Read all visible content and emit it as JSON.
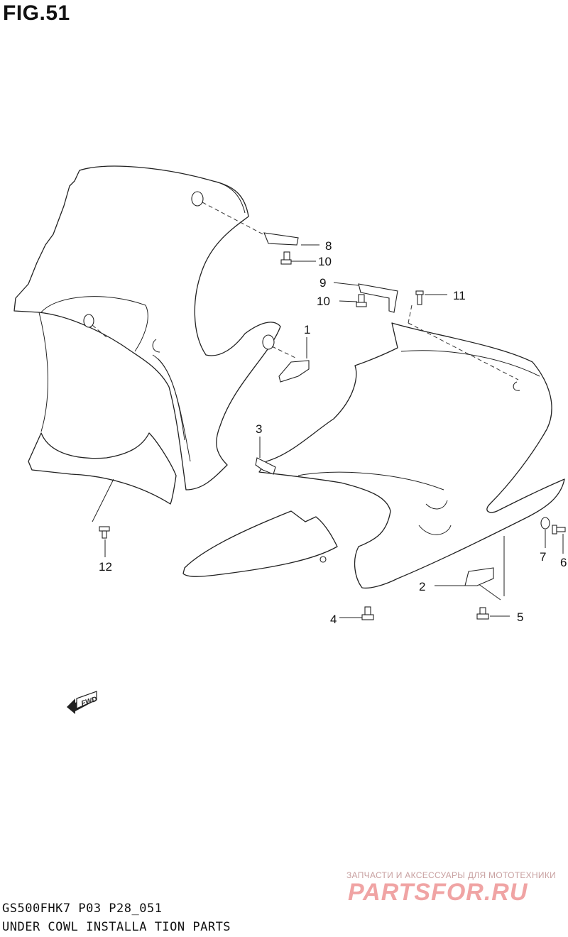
{
  "figure": {
    "title": "FIG.51",
    "code": "GS500FHK7  P03 P28_051",
    "name": "UNDER  COWL  INSTALLA TION PARTS"
  },
  "callouts": [
    {
      "id": "c1",
      "label": "1"
    },
    {
      "id": "c2",
      "label": "2"
    },
    {
      "id": "c3",
      "label": "3"
    },
    {
      "id": "c4",
      "label": "4"
    },
    {
      "id": "c5",
      "label": "5"
    },
    {
      "id": "c6",
      "label": "6"
    },
    {
      "id": "c7",
      "label": "7"
    },
    {
      "id": "c8",
      "label": "8"
    },
    {
      "id": "c9",
      "label": "9"
    },
    {
      "id": "c10a",
      "label": "10"
    },
    {
      "id": "c10b",
      "label": "10"
    },
    {
      "id": "c11",
      "label": "11"
    },
    {
      "id": "c12",
      "label": "12"
    }
  ],
  "fwd_badge": {
    "label": "FWD",
    "icon": "forward-arrow-icon"
  },
  "watermark": {
    "text": "ЗАПЧАСТИ И АКСЕССУАРЫ ДЛЯ МОТОТЕХНИКИ",
    "logo": "PARTSFOR.RU",
    "color": "#f0a4a4"
  }
}
